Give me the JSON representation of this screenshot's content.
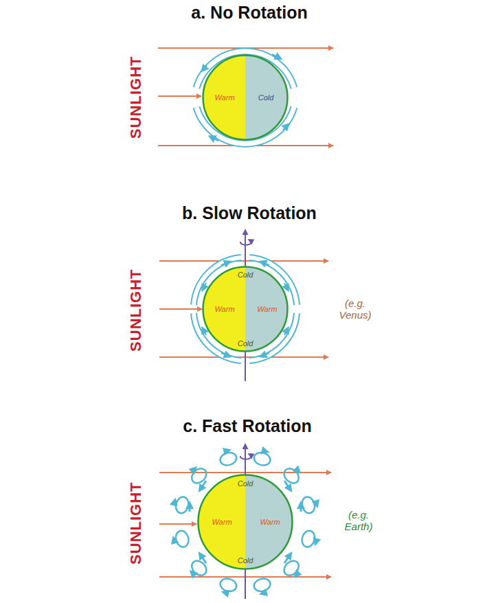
{
  "diagram": {
    "nodes": [
      {
        "text": [
          "Warm",
          "Cold"
        ]
      },
      {
        "text": [
          "Cold",
          "Warm",
          "Warm",
          "Cold"
        ]
      },
      {
        "text": [
          "Cold",
          "Warm",
          "Warm",
          "Cold"
        ]
      }
    ],
    "labels": [
      "a. No Rotation",
      "SUNLIGHT",
      "b. Slow Rotation",
      "SUNLIGHT",
      "(e.g. Venus)",
      "c. Fast Rotation",
      "SUNLIGHT",
      "(e.g. Earth)"
    ]
  }
}
